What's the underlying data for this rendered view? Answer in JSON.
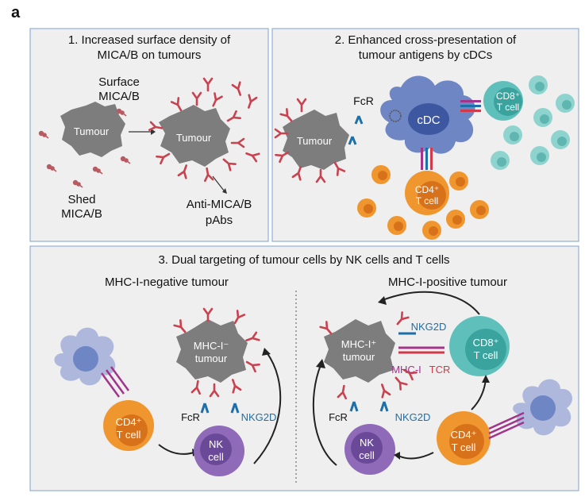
{
  "figure_label": "a",
  "panel1": {
    "title_line1": "1. Increased surface density of",
    "title_line2": "MICA/B on tumours",
    "surface_line1": "Surface",
    "surface_line2": "MICA/B",
    "tumour": "Tumour",
    "tumour2": "Tumour",
    "shed_line1": "Shed",
    "shed_line2": "MICA/B",
    "anti_line1": "Anti-MICA/B",
    "anti_line2": "pAbs"
  },
  "panel2": {
    "title_line1": "2. Enhanced cross-presentation of",
    "title_line2": "tumour antigens by cDCs",
    "fcr": "FcR",
    "cdc": "cDC",
    "tumour": "Tumour",
    "cd8_line1": "CD8⁺",
    "cd8_line2": "T cell",
    "cd4_line1": "CD4⁺",
    "cd4_line2": "T cell"
  },
  "panel3": {
    "title": "3. Dual targeting of tumour cells by NK cells and T cells",
    "left_heading": "MHC-I-negative tumour",
    "right_heading": "MHC-I-positive tumour",
    "left_tumour_line1": "MHC-I⁻",
    "left_tumour_line2": "tumour",
    "right_tumour_line1": "MHC-I⁺",
    "right_tumour_line2": "tumour",
    "fcr_left": "FcR",
    "nkg2d_left": "NKG2D",
    "fcr_right": "FcR",
    "nkg2d_right": "NKG2D",
    "nkg2d_top": "NKG2D",
    "mhc_i": "MHC-I",
    "tcr": "TCR",
    "cd4_left_line1": "CD4⁺",
    "cd4_left_line2": "T cell",
    "nk_left_line1": "NK",
    "nk_left_line2": "cell",
    "nk_right_line1": "NK",
    "nk_right_line2": "cell",
    "cd4_right_line1": "CD4⁺",
    "cd4_right_line2": "T cell",
    "cd8_line1": "CD8⁺",
    "cd8_line2": "T cell"
  },
  "colors": {
    "panel_bg": "#efefef",
    "panel_border": "#8fb0d8",
    "tumour": "#7d7d7d",
    "cdc": "#6f86c4",
    "cd8": "#5fc0bb",
    "cd4": "#f0962e",
    "nk": "#8e6ab8",
    "antibody": "#c8424f",
    "mica": "#b85a62",
    "nkg2d": "#1d6fa8",
    "mhc": "#a0358a"
  }
}
